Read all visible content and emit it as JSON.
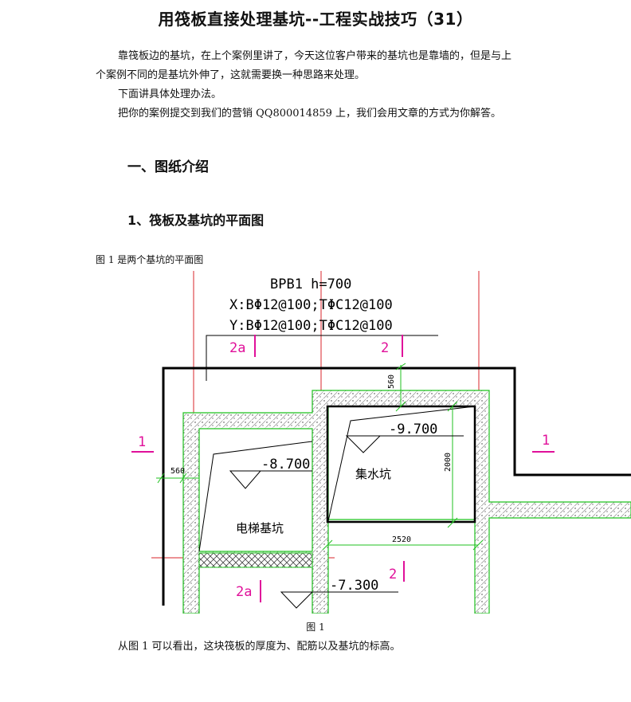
{
  "doc": {
    "title": "用筏板直接处理基坑--工程实战技巧（31）",
    "paragraphs": [
      "靠筏板边的基坑，在上个案例里讲了，今天这位客户带来的基坑也是靠墙的，但是与上",
      "个案例不同的是基坑外伸了，这就需要换一种思路来处理。",
      "下面讲具体处理办法。",
      "把你的案例提交到我们的营销 QQ800014859 上，我们会用文章的方式为你解答。"
    ],
    "heading1": "一、图纸介绍",
    "heading2": "1、筏板及基坑的平面图",
    "caption_intro": "图 1 是两个基坑的平面图",
    "figure_label": "图 1",
    "closing": "从图 1 可以看出，这块筏板的厚度为、配筋以及基坑的标高。"
  },
  "drawing": {
    "slab_title": "BPB1 h=700",
    "x_rebar": "X:BΦ12@100;TΦC12@100",
    "y_rebar": "Y:BΦ12@100;TΦC12@100",
    "section_2a": "2a",
    "section_2": "2",
    "section_1": "1",
    "dim_560_top": "560",
    "dim_560_left": "560",
    "dim_2000": "2000",
    "dim_2520": "2520",
    "elev_pit1": "-8.700",
    "elev_pit2": "-9.700",
    "elev_bottom": "-7.300",
    "pit1_name": "电梯基坑",
    "pit2_name": "集水坑"
  },
  "colors": {
    "red_axis": "#d9262b",
    "magenta": "#e0109a",
    "green": "#1fc21f",
    "black": "#000000"
  }
}
